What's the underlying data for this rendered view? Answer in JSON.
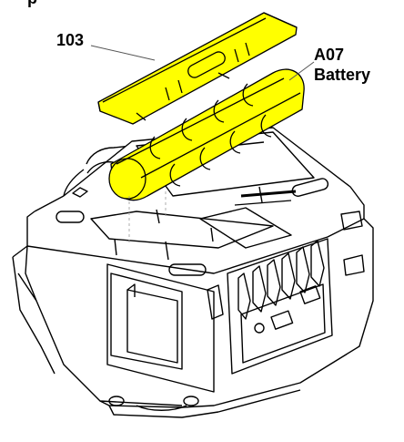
{
  "labels": {
    "cover_number": "103",
    "battery_code": "A07",
    "battery_name": "Battery",
    "cut_off_top_text": "p"
  },
  "colors": {
    "highlight_yellow": "#ffff00",
    "line": "#000000",
    "background": "#ffffff"
  },
  "icons": {
    "battery_pack": "battery-pack-illustration",
    "battery_cover": "battery-cover-illustration",
    "device_body": "device-housing-illustration"
  }
}
